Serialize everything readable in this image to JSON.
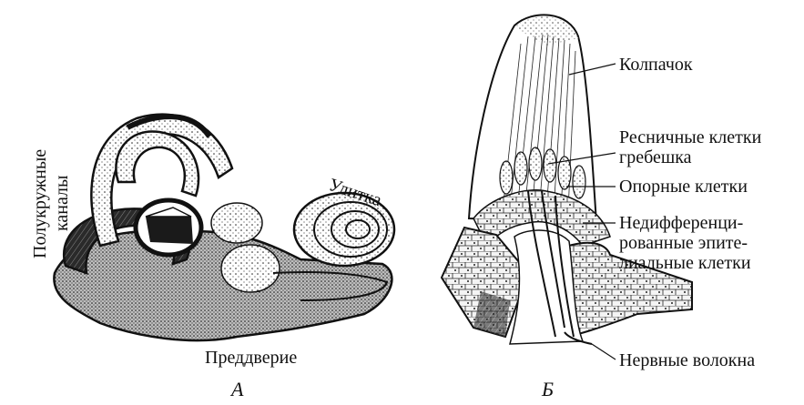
{
  "panel_a": {
    "letter": "А",
    "labels": {
      "semicircular": [
        "Полукружные",
        "каналы"
      ],
      "cochlea": "Улитка",
      "vestibule": "Преддверие"
    }
  },
  "panel_b": {
    "letter": "Б",
    "labels": {
      "cap": "Колпачок",
      "hair_cells": [
        "Ресничные клетки",
        "гребешка"
      ],
      "support_cells": "Опорные клетки",
      "undiff": [
        "Недифференци-",
        "рованные эпите-",
        "лиальные клетки"
      ],
      "nerve": "Нервные волокна"
    }
  }
}
